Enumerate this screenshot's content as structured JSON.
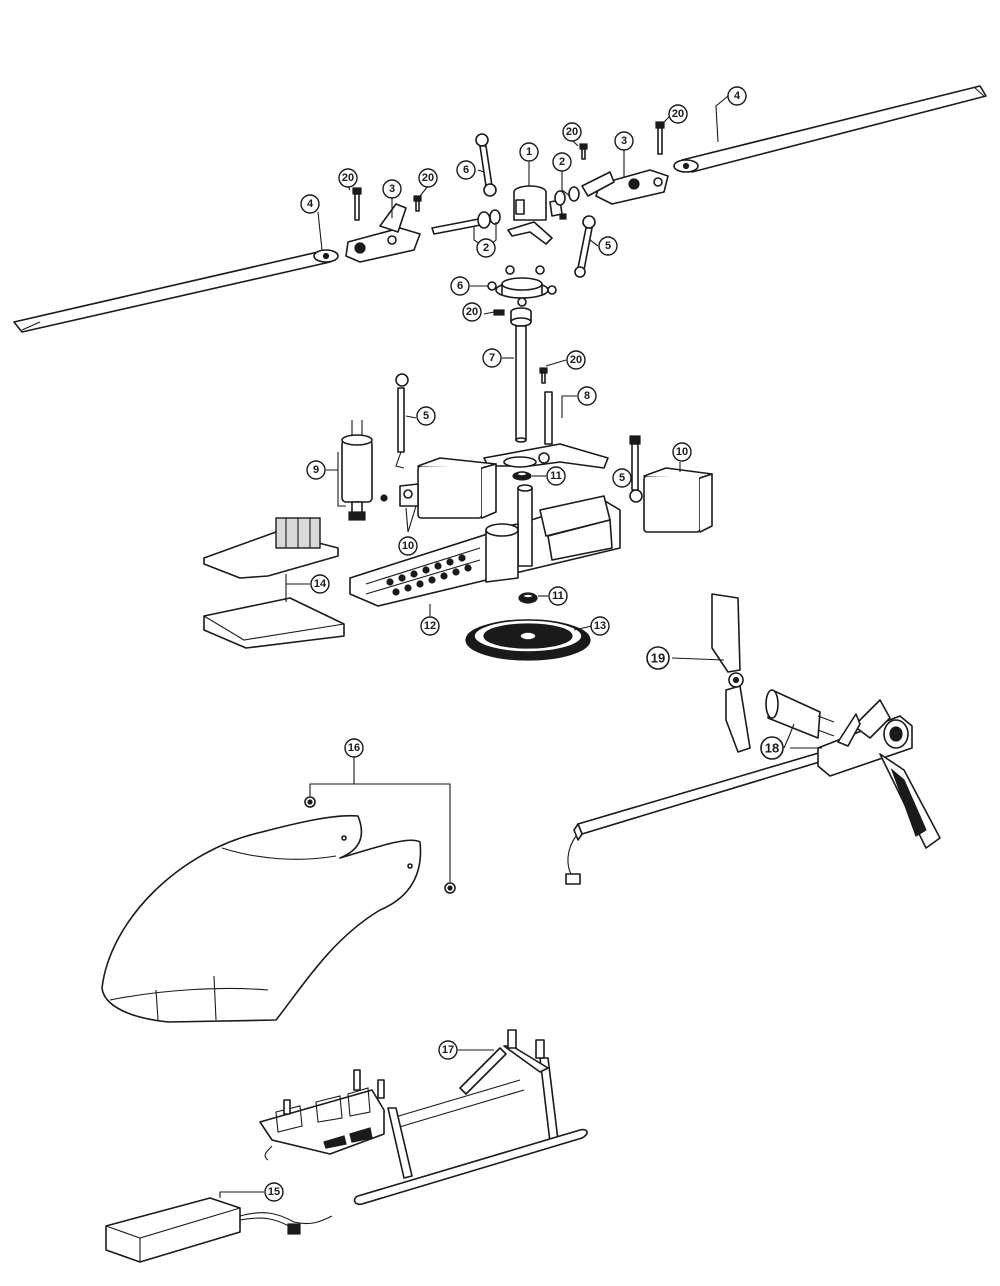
{
  "callouts": [
    {
      "label": "1"
    },
    {
      "label": "2"
    },
    {
      "label": "2"
    },
    {
      "label": "3"
    },
    {
      "label": "3"
    },
    {
      "label": "4"
    },
    {
      "label": "4"
    },
    {
      "label": "5"
    },
    {
      "label": "5"
    },
    {
      "label": "5"
    },
    {
      "label": "6"
    },
    {
      "label": "6"
    },
    {
      "label": "7"
    },
    {
      "label": "8"
    },
    {
      "label": "9"
    },
    {
      "label": "10"
    },
    {
      "label": "10"
    },
    {
      "label": "11"
    },
    {
      "label": "11"
    },
    {
      "label": "12"
    },
    {
      "label": "13"
    },
    {
      "label": "14"
    },
    {
      "label": "15"
    },
    {
      "label": "16"
    },
    {
      "label": "17"
    },
    {
      "label": "18"
    },
    {
      "label": "19"
    },
    {
      "label": "20"
    },
    {
      "label": "20"
    },
    {
      "label": "20"
    },
    {
      "label": "20"
    },
    {
      "label": "20"
    },
    {
      "label": "20"
    }
  ],
  "colors": {
    "ink": "#1a1a1a",
    "paper": "#ffffff"
  }
}
